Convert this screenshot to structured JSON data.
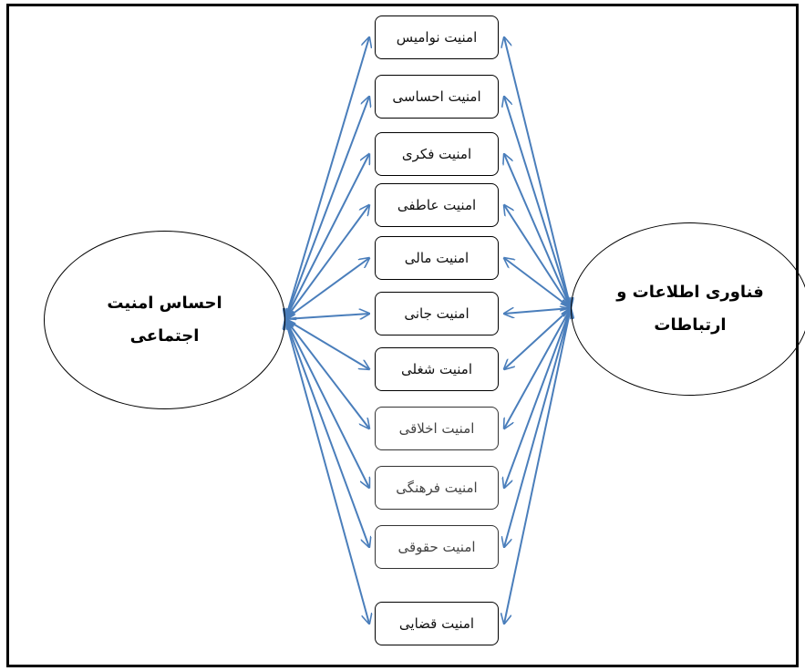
{
  "diagram": {
    "left_node": {
      "line1": "احساس امنیت",
      "line2": "اجتماعی"
    },
    "right_node": {
      "line1": "فناوری اطلاعات و",
      "line2": "ارتباطات"
    },
    "dimensions": [
      "امنیت نوامیس",
      "امنیت احساسی",
      "امنیت فکری",
      "امنیت عاطفی",
      "امنیت مالی",
      "امنیت جانی",
      "امنیت شغلی",
      "امنیت اخلاقی",
      "امنیت فرهنگی",
      "امنیت حقوقی",
      "امنیت قضایی"
    ],
    "arrow_color": "#4a7ebb",
    "border_color": "#000000"
  }
}
